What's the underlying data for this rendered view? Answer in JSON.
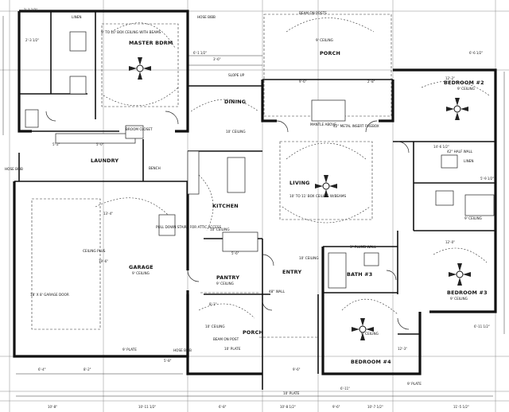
{
  "rooms": {
    "master": "MASTER BDRM",
    "porch_top": "PORCH",
    "bedroom2": "BEDROOM #2",
    "dining": "DINING",
    "laundry": "LAUNDRY",
    "kitchen": "KITCHEN",
    "living": "LIVING",
    "garage": "GARAGE",
    "pantry": "PANTRY",
    "entry": "ENTRY",
    "bath3": "BATH #3",
    "bedroom3": "BEDROOM #3",
    "porch_bottom": "PORCH",
    "bedroom4": "BEDROOM #4",
    "linen_top": "LINEN",
    "linen_right": "LINEN",
    "broom": "BROOM CLOSET",
    "bench": "BENCH"
  },
  "notes": {
    "master_ceiling": "9' TO 10' BOX CEILING WITH BEAMS",
    "beam_on_posts_top": "BEAM ON POSTS",
    "porch_ceiling": "9' CEILING",
    "bed2_ceiling": "9' CEILING",
    "slope_up": "SLOPE UP",
    "dining_ceiling": "10' CEILING",
    "fireplace": "42\" METAL INSERT FIREBOX",
    "mantle": "MANTLE ABOVE",
    "living_ceiling": "10' TO 11' BOX CEILING W/BEAMS",
    "kitchen_ceiling": "10' CEILING",
    "pulldown": "PULL DOWN STAIRS FOR ATTIC ACCESS",
    "ceiling_plus": "CEILING PLUS",
    "garage_ceiling": "9' CEILING",
    "garage_door": "18' X 8' GARAGE DOOR",
    "pantry_ceiling": "9' CEILING",
    "bath3_ceiling": "10' CEILING",
    "bed3_ceiling": "9' CEILING",
    "porch_bottom_ceiling": "10' CEILING",
    "beam_on_post_bottom": "BEAM ON POST",
    "bed4_ceiling": "9' CEILING",
    "plate_left": "9' PLATE",
    "plate_mid": "10' PLATE",
    "plate_bottom": "10' PLATE",
    "plate_right": "9' PLATE",
    "hose_bibb_top": "HOSE BIBB",
    "hose_bibb_left": "HOSE BIBB",
    "hose_bibb_bottom": "HOSE BIBB",
    "half_wall_right": "42\" HALF WALL",
    "plumb_wall": "3\" PLUMB WALL",
    "wall_height": "48\" WALL",
    "ceil_dim": "9' CEILING"
  },
  "dimensions": {
    "bottom_row": [
      "10'-8\"",
      "10'-11 1/2\"",
      "6'-8\"",
      "10'-8 1/2\"",
      "9'-6\"",
      "10'-7 1/2\"",
      "11'-5 1/2\""
    ],
    "garage_bottom": [
      "6'-4\"",
      "8'-2\""
    ],
    "porch_bottom_dims": [
      "5'-8\"",
      "9'-6\""
    ],
    "right_dims": [
      "6'-6 1/2\"",
      "5'-9 1/2\"",
      "6'-11\"",
      "6'-11 1/2\""
    ],
    "top_dims": [
      "2'-3 1/2\"",
      "2'-1 1/2\"",
      "3'-6\"",
      "6'-1 1/2\""
    ],
    "misc": [
      "5'-0\"",
      "9'-6\"",
      "2'-8\"",
      "5'-2\"",
      "12'-2\"",
      "14'-6 1/2\"",
      "12'-0\"",
      "8'-1\"",
      "5'-6\"",
      "13'-4\"",
      "19'-6\"",
      "12'-3\""
    ]
  },
  "colors": {
    "wall": "#111111",
    "grid": "#8c8c8c",
    "background": "#ffffff"
  }
}
